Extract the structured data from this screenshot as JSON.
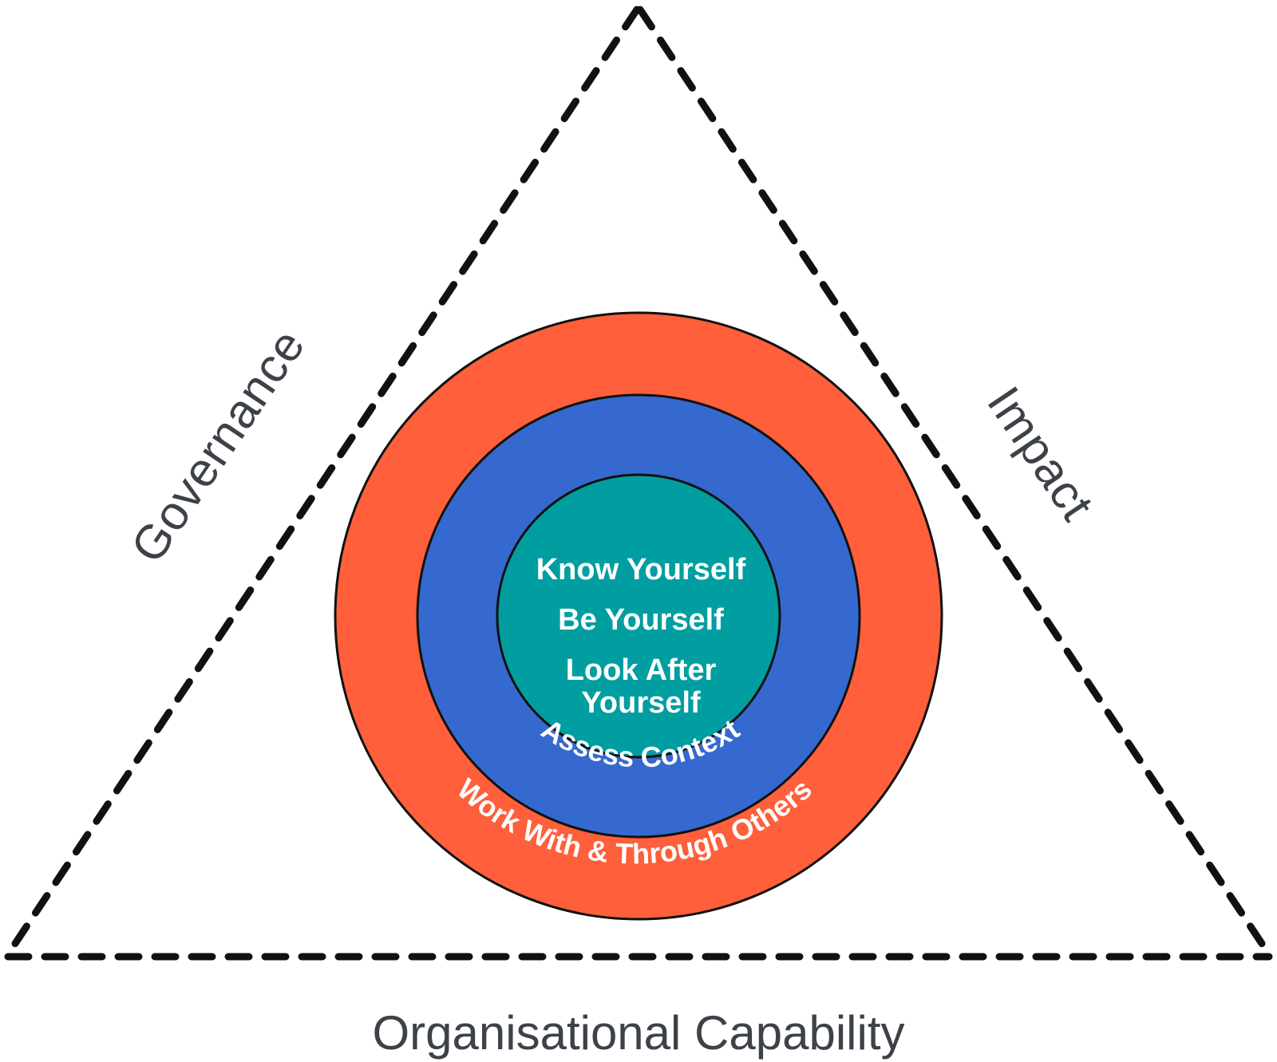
{
  "colors": {
    "outer_ring": "#ff5f3a",
    "middle_ring": "#3669cf",
    "core": "#009ea0",
    "outline": "#111111",
    "label_text": "#3d4249",
    "inner_text": "#ffffff"
  },
  "triangle": {
    "left_side_label": "Governance",
    "right_side_label": "Impact",
    "base_label": "Organisational Capability"
  },
  "circles": {
    "outer_label": "Work With & Through Others",
    "middle_label": "Assess Context",
    "core_lines": [
      "Know Yourself",
      "Be Yourself",
      "Look After",
      "Yourself"
    ]
  }
}
